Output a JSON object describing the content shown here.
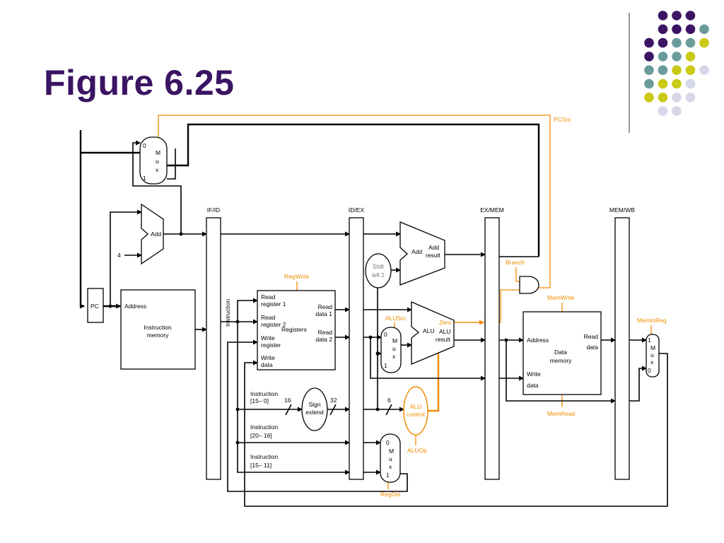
{
  "slide": {
    "title": "Figure 6.25"
  },
  "decoration": {
    "colors": {
      "purple": "#3b1463",
      "teal": "#6b9c9b",
      "olive": "#c9c917",
      "lavender": "#d7d7ea",
      "control": "#f08c00"
    }
  },
  "diagram": {
    "pipeline_registers": {
      "if_id": "IF/ID",
      "id_ex": "ID/EX",
      "ex_mem": "EX/MEM",
      "mem_wb": "MEM/WB"
    },
    "pc": "PC",
    "four": "4",
    "add": "Add",
    "add2": {
      "left": "Add",
      "right1": "Add",
      "right2": "result"
    },
    "mux": {
      "zero": "0",
      "one": "1",
      "m": "M",
      "u": "u",
      "x": "x"
    },
    "instruction_memory": {
      "address": "Address",
      "name1": "Instruction",
      "name2": "memory"
    },
    "instruction_bus": "Instruction",
    "registers": {
      "read_reg1_a": "Read",
      "read_reg1_b": "register 1",
      "read_reg2_a": "Read",
      "read_reg2_b": "register 2",
      "write_reg_a": "Write",
      "write_reg_b": "register",
      "write_data_a": "Write",
      "write_data_b": "data",
      "read_data1_a": "Read",
      "read_data1_b": "data 1",
      "read_data2_a": "Read",
      "read_data2_b": "data 2",
      "name": "Registers"
    },
    "shift_left": {
      "line1": "Shift",
      "line2": "left 2"
    },
    "alu": {
      "name": "ALU",
      "result1": "ALU",
      "result2": "result",
      "zero": "Zero"
    },
    "sign_extend": {
      "line1": "Sign",
      "line2": "extend",
      "in_bits": "16",
      "out_bits": "32"
    },
    "six": "6",
    "instruction_fields": {
      "f15_0_a": "Instruction",
      "f15_0_b": "[15– 0]",
      "f20_16_a": "Instruction",
      "f20_16_b": "[20– 16]",
      "f15_11_a": "Instruction",
      "f15_11_b": "[15– 11]"
    },
    "alu_control": {
      "line1": "ALU",
      "line2": "control"
    },
    "data_memory": {
      "address": "Address",
      "read_a": "Read",
      "read_b": "data",
      "write_a": "Write",
      "write_b": "data",
      "name1": "Data",
      "name2": "memory"
    },
    "control": {
      "pcsrc": "PCSrc",
      "regwrite": "RegWrite",
      "branch": "Branch",
      "memwrite": "MemWrite",
      "alusrc": "ALUSrc",
      "memtoreg": "MemtoReg",
      "memread": "MemRead",
      "aluop": "ALUOp",
      "regdst": "RegDst"
    }
  }
}
